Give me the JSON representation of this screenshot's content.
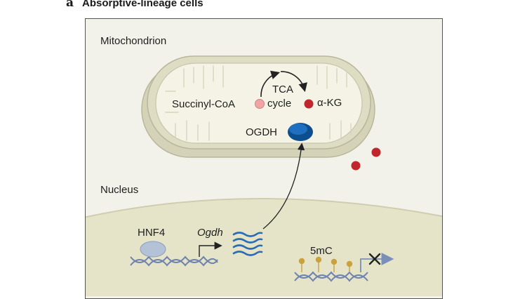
{
  "panel": {
    "letter": "a",
    "title": "Absorptive-lineage cells"
  },
  "labels": {
    "mitochondrion": "Mitochondrion",
    "tca_line1": "TCA",
    "tca_line2": "cycle",
    "succinyl_coa": "Succinyl-CoA",
    "alpha_kg": "α-KG",
    "ogdh_protein": "OGDH",
    "nucleus": "Nucleus",
    "hnf4": "HNF4",
    "ogdh_gene": "Ogdh",
    "methylation": "5mC"
  },
  "colors": {
    "cytoplasm": "#f3f2ea",
    "nucleus": "#e5e4c9",
    "mito_outer": "#d9d8bf",
    "mito_matrix": "#f4f3e6",
    "alpha_kg": "#c0262c",
    "succinyl_coa": "#f2a3a3",
    "ogdh_protein": "#1565b0",
    "hnf4": "#b4c2d8",
    "dna": "#6f83ad",
    "mrna": "#2b6db3",
    "methyl_mark": "#c9a23c"
  }
}
